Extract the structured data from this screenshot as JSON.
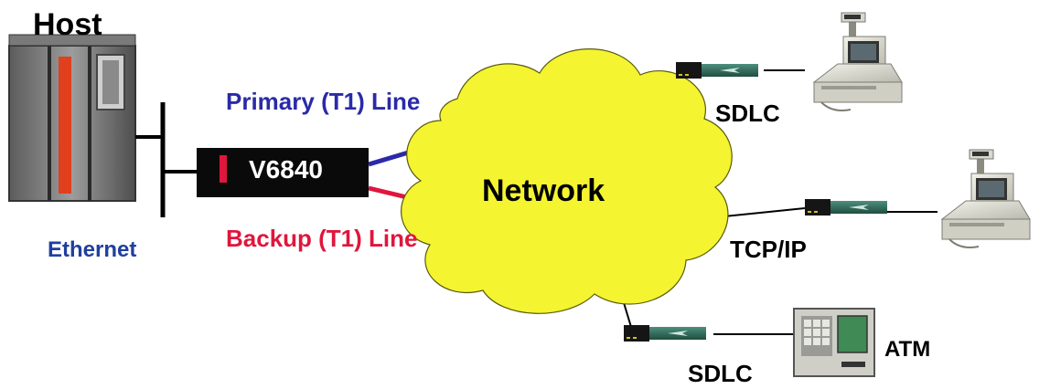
{
  "labels": {
    "host": "Host",
    "primary_line": "Primary (T1) Line",
    "backup_line": "Backup (T1) Line",
    "ethernet": "Ethernet",
    "router": "V6840",
    "network": "Network",
    "sdlc_top": "SDLC",
    "tcpip": "TCP/IP",
    "sdlc_bottom": "SDLC",
    "atm": "ATM"
  },
  "colors": {
    "primary": "#2a2aa8",
    "backup": "#e0163c",
    "ethernet": "#1f3fa0",
    "cloud": "#f4f430",
    "router_body": "#0a0a0a",
    "router_accent": "#e0163c",
    "host_stripe": "#e0401e",
    "modem": "#2f6b5a"
  },
  "icons": [
    "host-mainframe-icon",
    "router-icon",
    "network-cloud-icon",
    "modem-icon",
    "pos-terminal-icon",
    "atm-icon"
  ]
}
